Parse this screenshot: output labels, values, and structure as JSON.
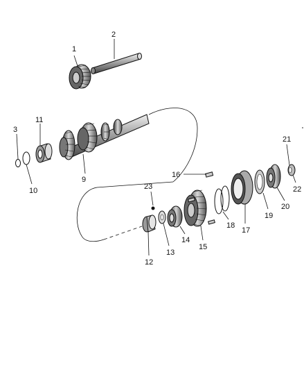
{
  "diagram": {
    "callouts": [
      {
        "id": "c1",
        "text": "1"
      },
      {
        "id": "c2",
        "text": "2"
      },
      {
        "id": "c3",
        "text": "3"
      },
      {
        "id": "c9",
        "text": "9"
      },
      {
        "id": "c10",
        "text": "10"
      },
      {
        "id": "c11",
        "text": "11"
      },
      {
        "id": "c12",
        "text": "12"
      },
      {
        "id": "c13",
        "text": "13"
      },
      {
        "id": "c14",
        "text": "14"
      },
      {
        "id": "c15",
        "text": "15"
      },
      {
        "id": "c16",
        "text": "16"
      },
      {
        "id": "c17",
        "text": "17"
      },
      {
        "id": "c18",
        "text": "18"
      },
      {
        "id": "c19",
        "text": "19"
      },
      {
        "id": "c20",
        "text": "20"
      },
      {
        "id": "c21",
        "text": "21"
      },
      {
        "id": "c22",
        "text": "22"
      },
      {
        "id": "c23",
        "text": "23"
      }
    ]
  }
}
